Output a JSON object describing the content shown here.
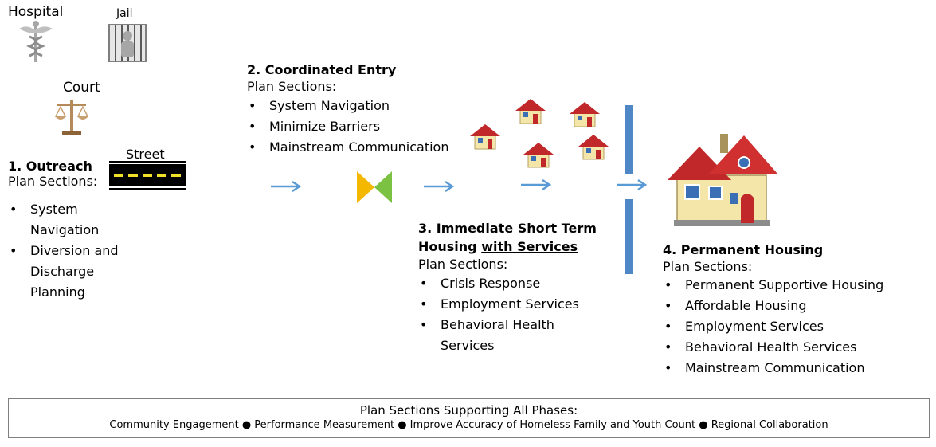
{
  "sources": {
    "hospital": "Hospital",
    "jail": "Jail",
    "court": "Court",
    "street": "Street"
  },
  "outreach": {
    "title": "1. Outreach",
    "sub": "Plan Sections:",
    "items": [
      "System",
      "Navigation",
      "Diversion and",
      "Discharge",
      "Planning"
    ]
  },
  "coordinated": {
    "title": "2. Coordinated Entry",
    "sub": "Plan Sections:",
    "items": [
      "System Navigation",
      "Minimize Barriers",
      "Mainstream Communication"
    ]
  },
  "shortterm": {
    "title1": "3. Immediate Short Term",
    "title2a": "Housing ",
    "title2b": "with Services",
    "sub": "Plan Sections:",
    "items": [
      "Crisis Response",
      "Employment Services",
      "Behavioral Health",
      "Services"
    ]
  },
  "permanent": {
    "title": "4. Permanent Housing",
    "sub": "Plan Sections:",
    "items": [
      "Permanent Supportive Housing",
      "Affordable Housing",
      "Employment Services",
      "Behavioral Health Services",
      "Mainstream Communication"
    ]
  },
  "footer": {
    "title": "Plan Sections Supporting All Phases:",
    "items": "Community Engagement ●  Performance Measurement ● Improve Accuracy of Homeless Family and Youth Count ● Regional Collaboration"
  },
  "colors": {
    "arrow": "#5b9bd5",
    "bar": "#4f87c6",
    "roof": "#c0282a",
    "wall": "#f4e6a8",
    "valve_left": "#f5b800",
    "valve_right": "#7cc242"
  }
}
